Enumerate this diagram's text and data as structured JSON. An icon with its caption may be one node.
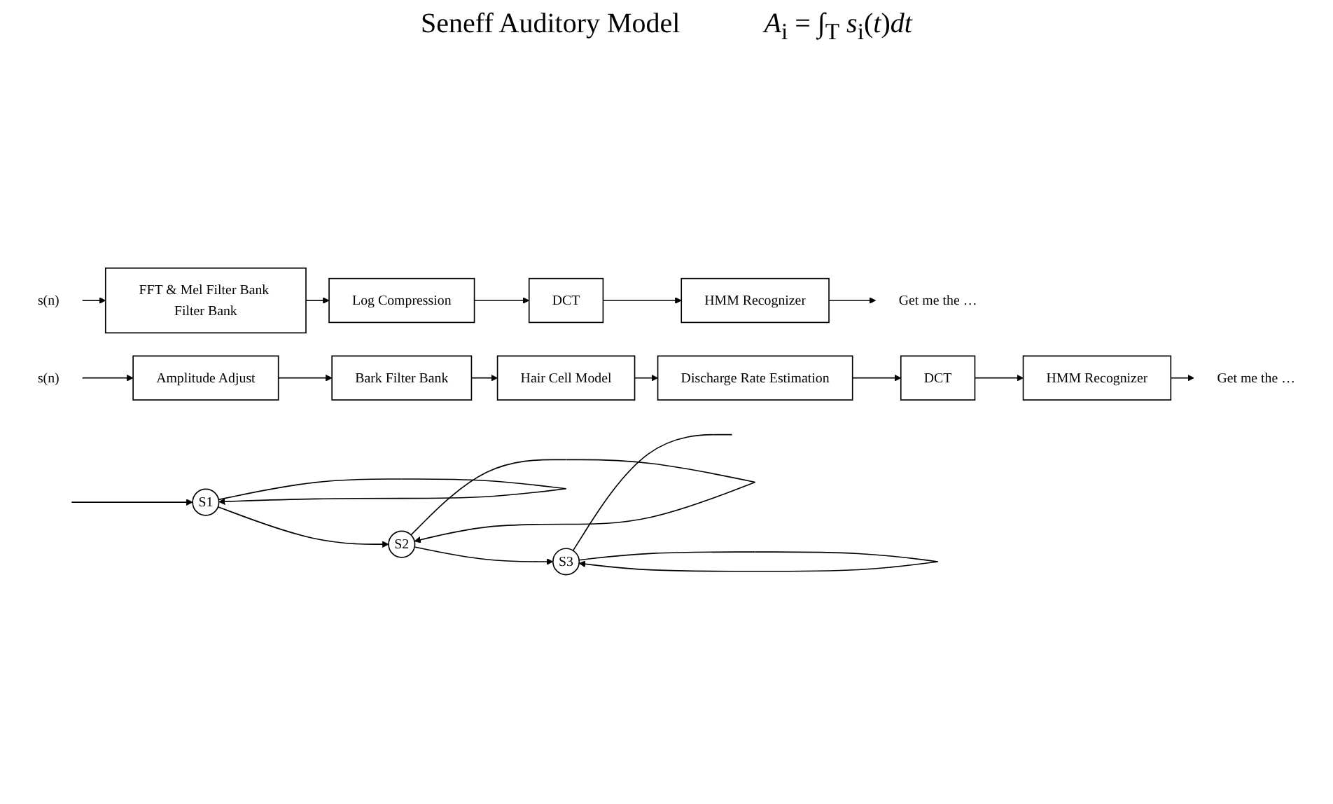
{
  "diagram": {
    "nodes": [
      {
        "text": [
          "s(n)"
        ]
      },
      {
        "text": [
          "FFT & Mel Filter Bank Filter Bank"
        ]
      },
      {
        "text": [
          "Log Compression"
        ]
      },
      {
        "text": [
          "DCT"
        ]
      },
      {
        "text": [
          "HMM Recognizer"
        ]
      },
      {
        "text": [
          "Get me the …"
        ]
      },
      {
        "text": [
          "S1"
        ]
      },
      {
        "text": [
          "S2"
        ]
      },
      {
        "text": [
          "S3"
        ]
      },
      {
        "text": [
          "s(n)"
        ]
      },
      {
        "text": [
          "Amplitude Adjust"
        ]
      },
      {
        "text": [
          "Bark Filter Bank"
        ]
      },
      {
        "text": [
          "Hair Cell Model"
        ]
      },
      {
        "text": [
          "Discharge Rate Estimation"
        ]
      },
      {
        "text": [
          "DCT"
        ]
      },
      {
        "text": [
          "HMM Recognizer"
        ]
      },
      {
        "text": [
          "Get me the …"
        ]
      }
    ],
    "edges": [
      {
        "from": 0,
        "to": 1,
        "arrow": "to"
      },
      {
        "from": 1,
        "to": 2,
        "arrow": "to"
      },
      {
        "from": 2,
        "to": 3,
        "arrow": "to"
      },
      {
        "from": 3,
        "to": 4,
        "arrow": "to"
      },
      {
        "from": 4,
        "to": 5,
        "arrow": "to"
      },
      {
        "from": null,
        "to": 6,
        "arrow": "to"
      },
      {
        "from": 6,
        "to": 6,
        "arrow": "to"
      },
      {
        "from": 6,
        "to": 7,
        "arrow": "to"
      },
      {
        "from": 7,
        "to": 7,
        "arrow": "to"
      },
      {
        "from": 7,
        "to": 8,
        "arrow": "to"
      },
      {
        "from": 8,
        "to": 8,
        "arrow": "to"
      },
      {
        "from": 8,
        "to": null,
        "arrow": "none"
      },
      {
        "from": 9,
        "to": 10,
        "arrow": "to"
      },
      {
        "from": 10,
        "to": 11,
        "arrow": "to"
      },
      {
        "from": 11,
        "to": 12,
        "arrow": "to"
      },
      {
        "from": 12,
        "to": 13,
        "arrow": "to"
      },
      {
        "from": 13,
        "to": 14,
        "arrow": "to"
      },
      {
        "from": 14,
        "to": 15,
        "arrow": "to"
      },
      {
        "from": 15,
        "to": 16,
        "arrow": "to"
      }
    ],
    "labels": [
      "Seneff Auditory Model",
      "*A*$_{i}$ = ∫$_{T}$ *s*$_{i}$(*t*)*dt*"
    ]
  }
}
